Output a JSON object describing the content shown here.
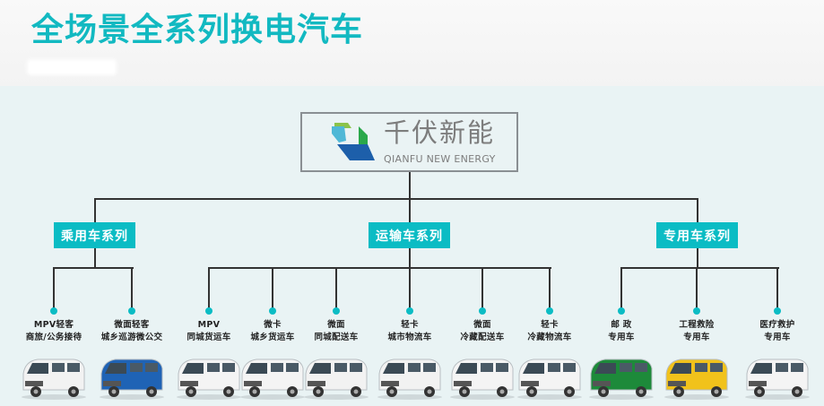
{
  "header": {
    "title": "全场景全系列换电汽车"
  },
  "logo": {
    "name_cn": "千伏新能",
    "name_en": "QIANFU NEW ENERGY"
  },
  "categories": [
    {
      "label": "乘用车系列"
    },
    {
      "label": "运输车系列"
    },
    {
      "label": "专用车系列"
    }
  ],
  "vehicles": [
    {
      "line1": "MPV轻客",
      "line2": "商旅/公务接待",
      "color": "#f2f2f2"
    },
    {
      "line1": "微面轻客",
      "line2": "城乡巡游微公交",
      "color": "#1f63b5"
    },
    {
      "line1": "MPV",
      "line2": "同城货运车",
      "color": "#f4f4f4"
    },
    {
      "line1": "微卡",
      "line2": "城乡货运车",
      "color": "#f4f4f4"
    },
    {
      "line1": "微面",
      "line2": "同城配送车",
      "color": "#f2f2f2"
    },
    {
      "line1": "轻卡",
      "line2": "城市物流车",
      "color": "#f2f2f2"
    },
    {
      "line1": "微面",
      "line2": "冷藏配送车",
      "color": "#f4f4f4"
    },
    {
      "line1": "轻卡",
      "line2": "冷藏物流车",
      "color": "#f4f4f4"
    },
    {
      "line1": "邮 政",
      "line2": "专用车",
      "color": "#1d8a3a"
    },
    {
      "line1": "工程救险",
      "line2": "专用车",
      "color": "#f1c21b"
    },
    {
      "line1": "医疗救护",
      "line2": "专用车",
      "color": "#f4f4f4"
    }
  ],
  "colors": {
    "accent": "#0bbcc4",
    "line": "#333333"
  }
}
